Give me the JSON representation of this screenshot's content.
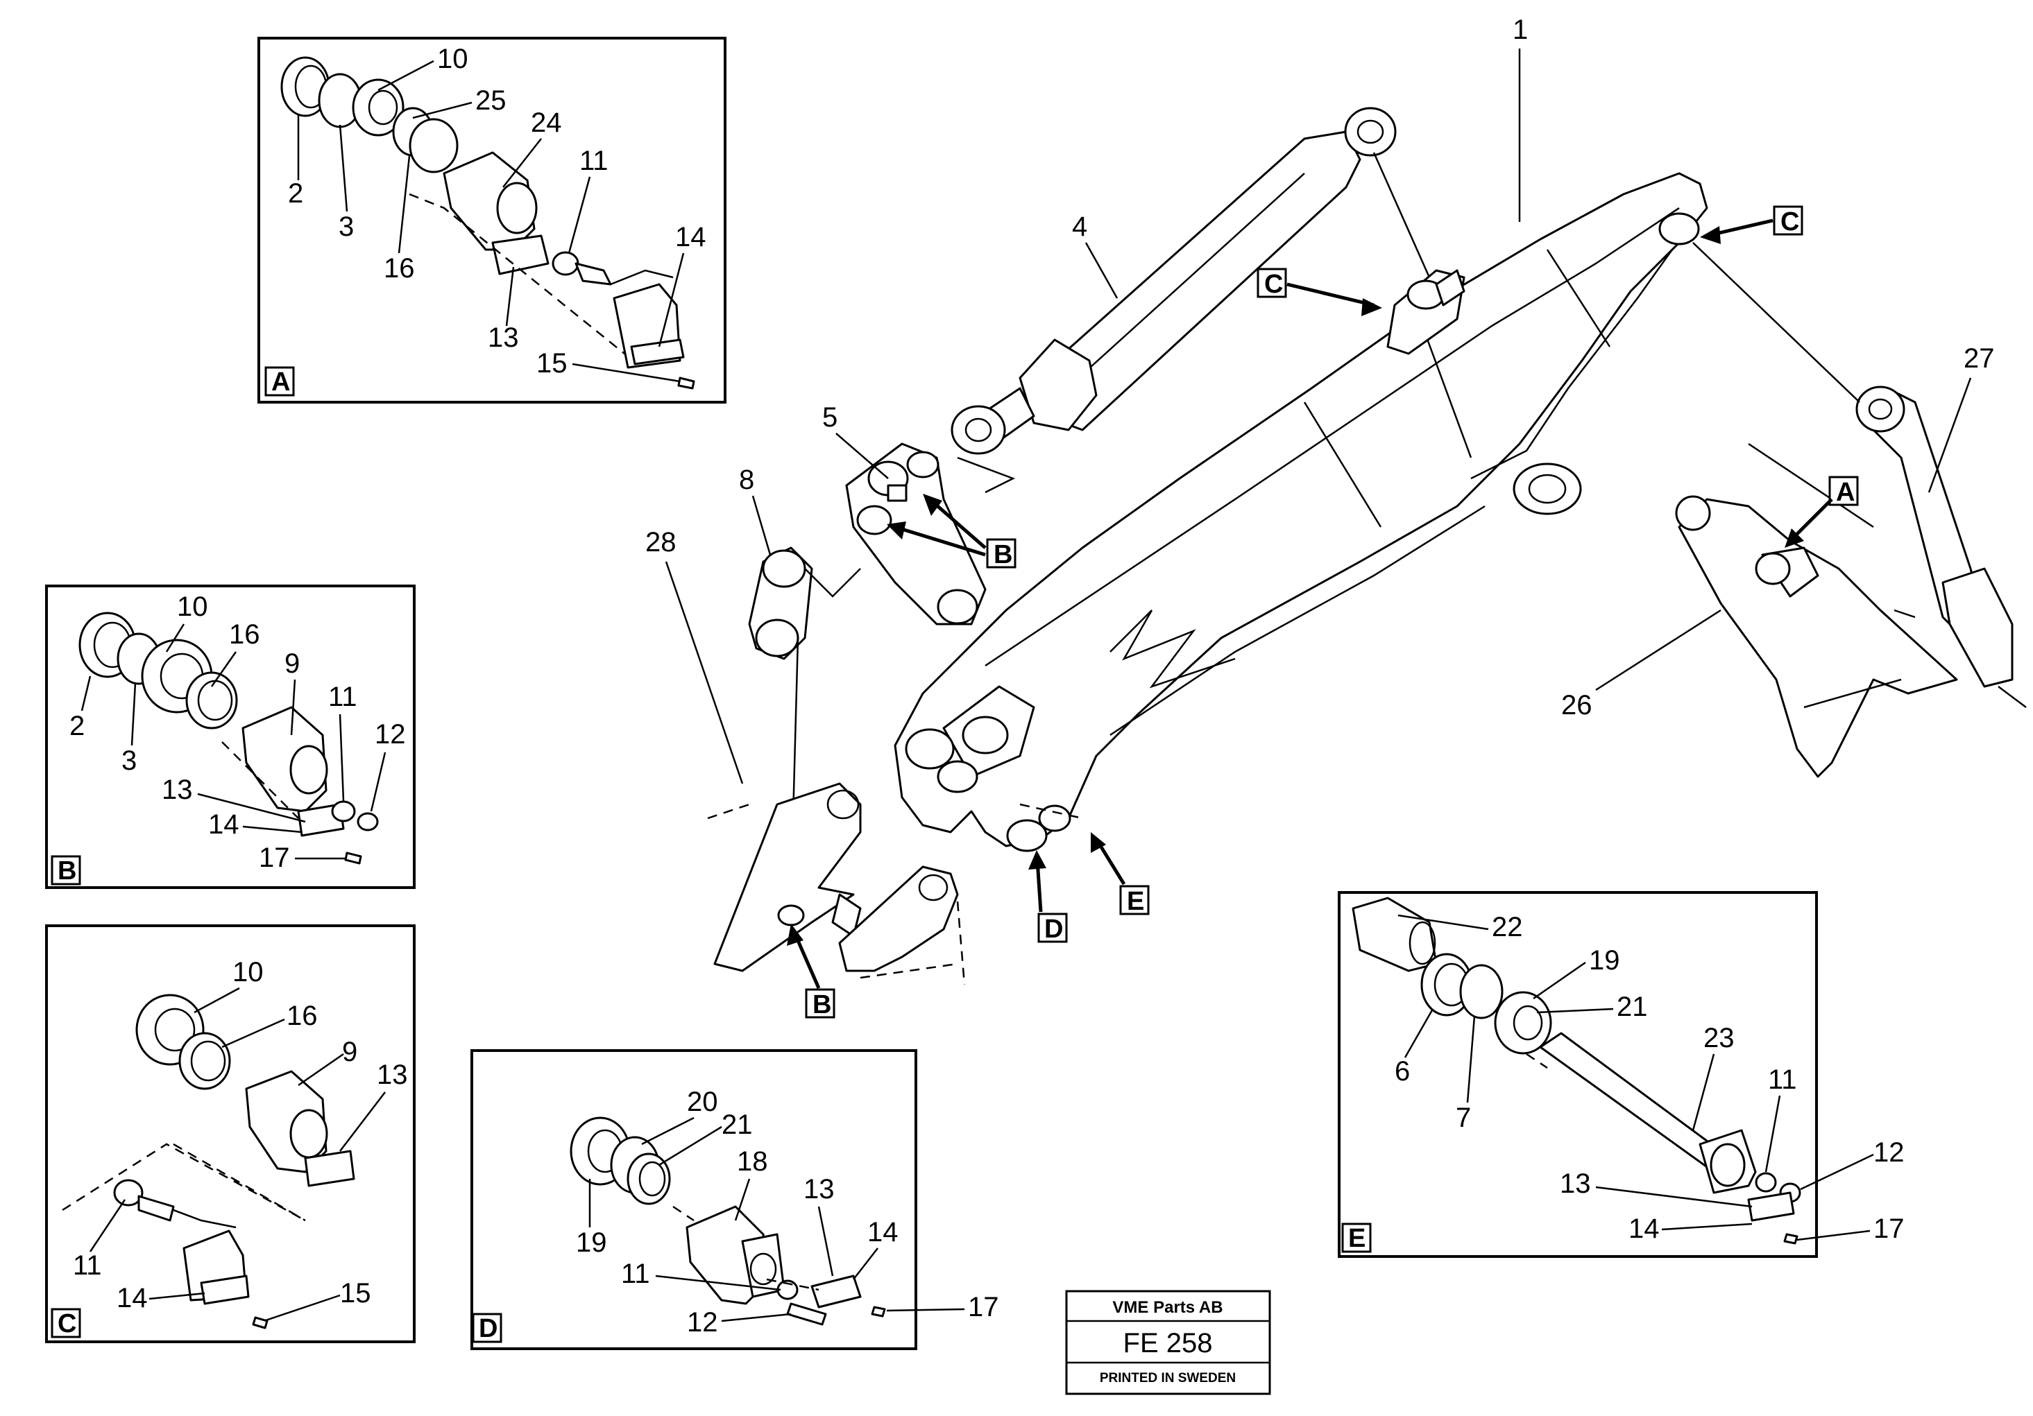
{
  "title_block": {
    "company": "VME Parts AB",
    "code": "FE 258",
    "footer": "PRINTED IN SWEDEN"
  },
  "details": {
    "A": {
      "label": "A",
      "parts": [
        "10",
        "25",
        "24",
        "2",
        "3",
        "11",
        "16",
        "14",
        "13",
        "15"
      ]
    },
    "B": {
      "label": "B",
      "parts": [
        "10",
        "16",
        "9",
        "2",
        "3",
        "11",
        "12",
        "13",
        "14",
        "17"
      ]
    },
    "C": {
      "label": "C",
      "parts": [
        "10",
        "16",
        "9",
        "13",
        "11",
        "14",
        "15"
      ]
    },
    "D": {
      "label": "D",
      "parts": [
        "20",
        "21",
        "18",
        "19",
        "13",
        "14",
        "11",
        "12",
        "17"
      ]
    },
    "E": {
      "label": "E",
      "parts": [
        "22",
        "19",
        "21",
        "6",
        "7",
        "23",
        "11",
        "12",
        "13",
        "14",
        "17"
      ]
    }
  },
  "main": {
    "parts": [
      "1",
      "4",
      "5",
      "8",
      "28",
      "27",
      "26"
    ],
    "callouts": [
      "C",
      "C",
      "B",
      "B",
      "A",
      "D",
      "E"
    ]
  }
}
